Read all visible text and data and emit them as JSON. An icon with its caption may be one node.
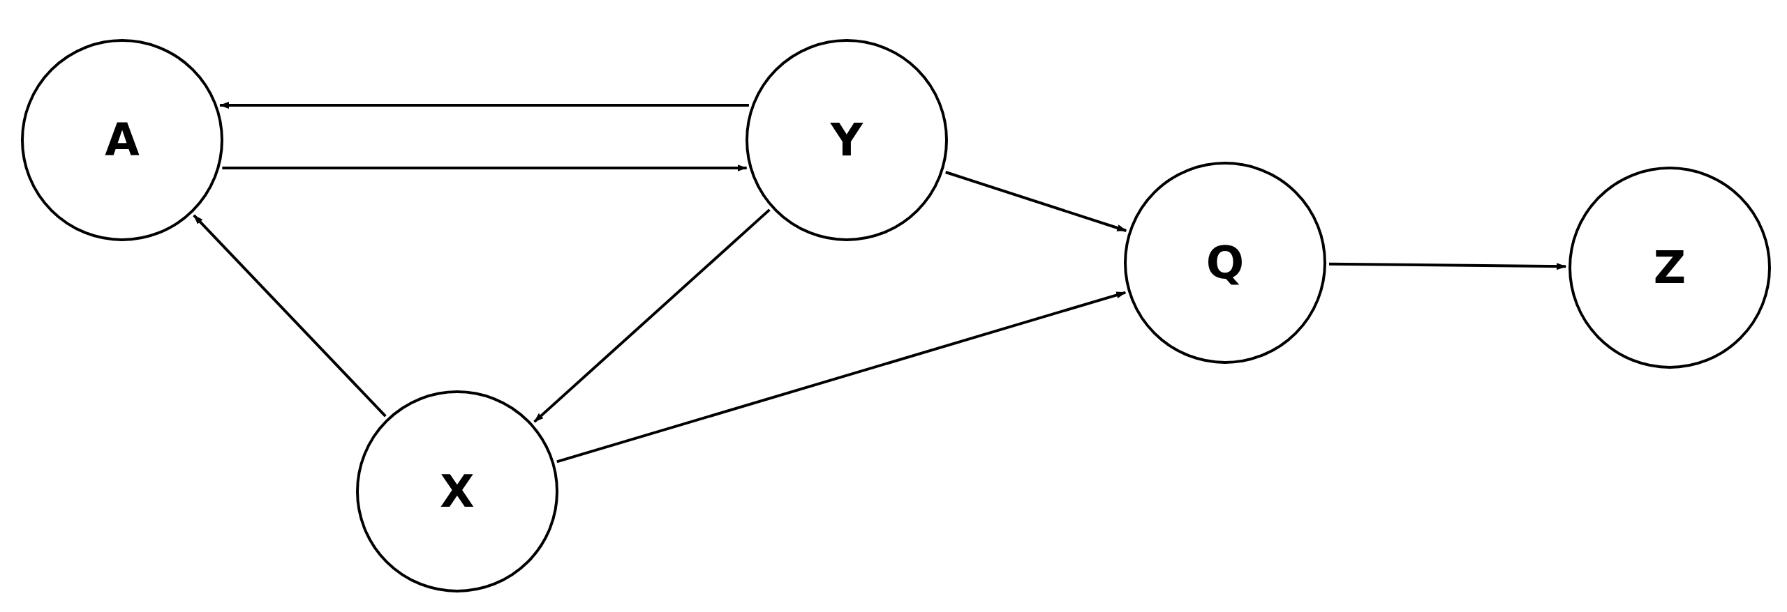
{
  "diagram": {
    "nodes": [
      {
        "text": [
          "A"
        ]
      },
      {
        "text": [
          "Y"
        ]
      },
      {
        "text": [
          "Q"
        ]
      },
      {
        "text": [
          "Z"
        ]
      },
      {
        "text": [
          "X"
        ]
      }
    ],
    "edges": [
      {
        "from": 1,
        "to": 0,
        "arrow": "to"
      },
      {
        "from": 0,
        "to": 1,
        "arrow": "to"
      },
      {
        "from": 1,
        "to": 2,
        "arrow": "to"
      },
      {
        "from": 2,
        "to": 3,
        "arrow": "to"
      },
      {
        "from": 1,
        "to": 4,
        "arrow": "to"
      },
      {
        "from": 4,
        "to": 0,
        "arrow": "to"
      },
      {
        "from": 4,
        "to": 2,
        "arrow": "to"
      }
    ]
  }
}
